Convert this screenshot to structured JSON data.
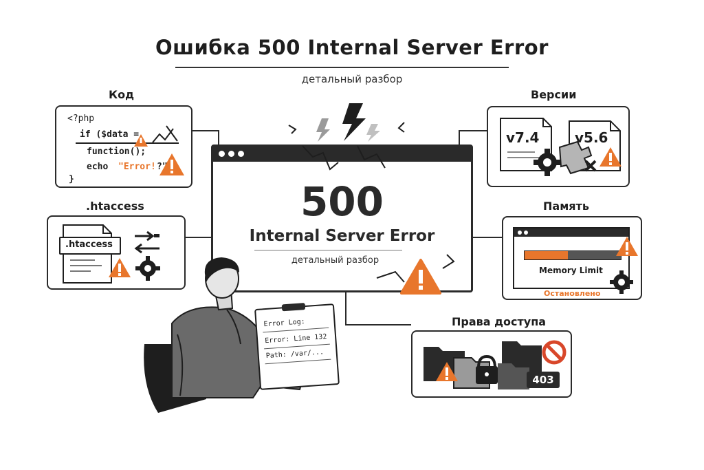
{
  "header": {
    "title": "Ошибка 500 Internal Server Error",
    "subtitle": "детальный разбор"
  },
  "browser": {
    "code": "500",
    "message": "Internal Server Error",
    "caption": "детальный разбор"
  },
  "panels": {
    "code": {
      "label": "Код",
      "lines": [
        "<?php",
        "if ($data =",
        "function();",
        "echo",
        "\"Error!",
        "?\"",
        "}"
      ]
    },
    "htaccess": {
      "label": ".htaccess",
      "file_name": ".htaccess"
    },
    "versions": {
      "label": "Версии",
      "v1": "v7.4",
      "v2": "v5.6"
    },
    "memory": {
      "label": "Память",
      "limit_text": "Memory Limit",
      "status_text": "Остановлено",
      "fill_fraction": 0.45
    },
    "permissions": {
      "label": "Права доступа",
      "code": "403"
    }
  },
  "clipboard": {
    "line1": "Error Log:",
    "line2": "Error: Line 132",
    "line3": "Path: /var/..."
  },
  "colors": {
    "accent": "#e8762c",
    "ink": "#1e1e1e",
    "gray": "#8a8a8a"
  }
}
